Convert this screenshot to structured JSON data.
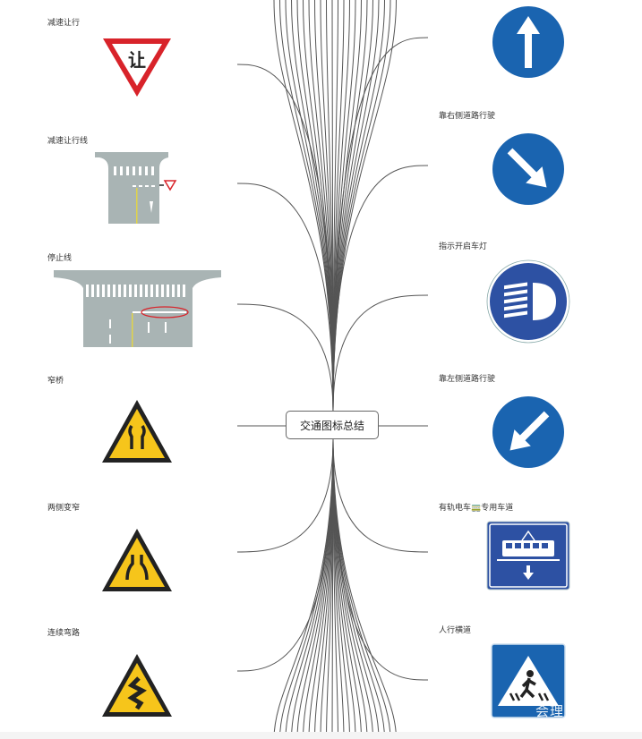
{
  "central_topic": "交通图标总结",
  "left_nodes": [
    {
      "label": "减速让行",
      "sign": "yield-triangle",
      "sign_text": "让"
    },
    {
      "label": "减速让行线",
      "sign": "yield-line-road-diagram"
    },
    {
      "label": "停止线",
      "sign": "stop-line-road-diagram"
    },
    {
      "label": "窄桥",
      "sign": "narrow-bridge-warning"
    },
    {
      "label": "两侧变窄",
      "sign": "road-narrows-both-sides-warning"
    },
    {
      "label": "连续弯路",
      "sign": "continuous-curves-warning"
    }
  ],
  "right_nodes": [
    {
      "label": "",
      "sign": "straight-ahead-arrow"
    },
    {
      "label": "靠右侧道路行驶",
      "sign": "keep-right-arrow"
    },
    {
      "label": "指示开启车灯",
      "sign": "headlights-on"
    },
    {
      "label": "靠左侧道路行驶",
      "sign": "keep-left-arrow"
    },
    {
      "label": "有轨电车🚃专用车道",
      "sign": "tram-lane"
    },
    {
      "label": "人行横道",
      "sign": "pedestrian-crossing"
    }
  ],
  "watermark": "会理",
  "colors": {
    "blue": "#1a64b0",
    "yellow": "#f6c51b",
    "red": "#d8232a",
    "road": "#a9b4b4"
  }
}
